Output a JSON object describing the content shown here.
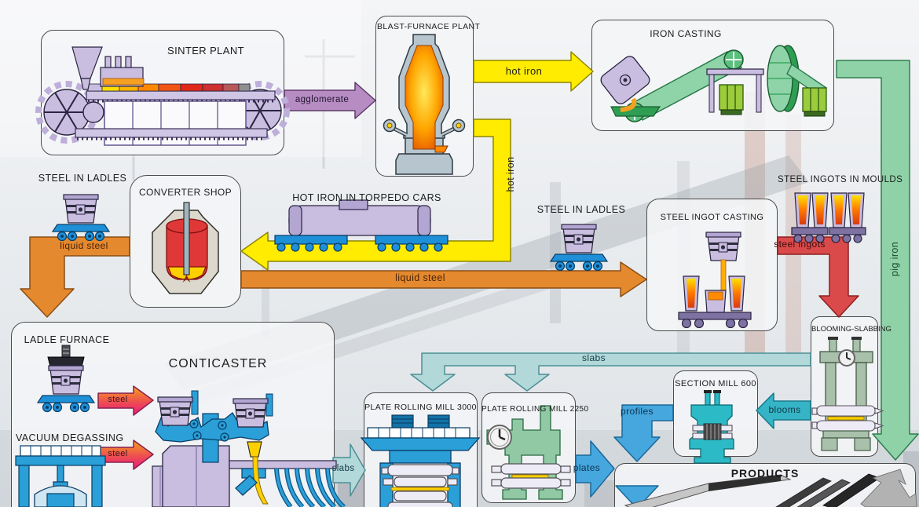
{
  "diagram": {
    "boxes": {
      "sinter_plant": "SINTER PLANT",
      "blast_furnace_plant": "BLAST-FURNACE PLANT",
      "iron_casting": "IRON CASTING",
      "converter_shop": "CONVERTER SHOP",
      "steel_ingot_casting": "STEEL INGOT CASTING",
      "plate_rolling_mill_3000": "PLATE ROLLING MILL 3000",
      "plate_rolling_mill_2250": "PLATE ROLLING MILL 2250",
      "section_mill_600": "SECTION MILL 600",
      "blooming_slabbing": "BLOOMING-SLABBING",
      "products": "PRODUCTS"
    },
    "station_labels": {
      "steel_in_ladles_left": "STEEL IN LADLES",
      "hot_iron_in_torpedo_cars": "HOT IRON IN TORPEDO CARS",
      "steel_in_ladles_right": "STEEL IN LADLES",
      "steel_ingots_in_moulds": "STEEL INGOTS IN MOULDS",
      "ladle_furnace": "LADLE FURNACE",
      "conticaster": "CONTICASTER",
      "vacuum_degassing": "VACUUM DEGASSING"
    },
    "flow_labels": {
      "agglomerate": "agglomerate",
      "hot_iron_top": "hot iron",
      "hot_iron_side": "hot iron",
      "liquid_steel_left": "liquid steel",
      "liquid_steel_main": "liquid steel",
      "steel_ingots": "steel ingots",
      "pig_iron": "pig iron",
      "slabs_top": "slabs",
      "slabs_caster": "slabs",
      "blooms": "blooms",
      "profiles": "profiles",
      "plates": "plates",
      "steel_1": "steel",
      "steel_2": "steel"
    },
    "colors": {
      "agglomerate": "#b68cc2",
      "hot_iron": "#ffec00",
      "liquid_steel": "#e5892e",
      "steel_ingots": "#da4a4a",
      "pig_iron": "#90d2a8",
      "slabs": "#b2d8da",
      "blooms": "#35b4c6",
      "plates_profiles": "#45a7dd",
      "steel_gradient_top": "#f5a11e",
      "steel_gradient_bottom": "#ea1a7d"
    }
  }
}
